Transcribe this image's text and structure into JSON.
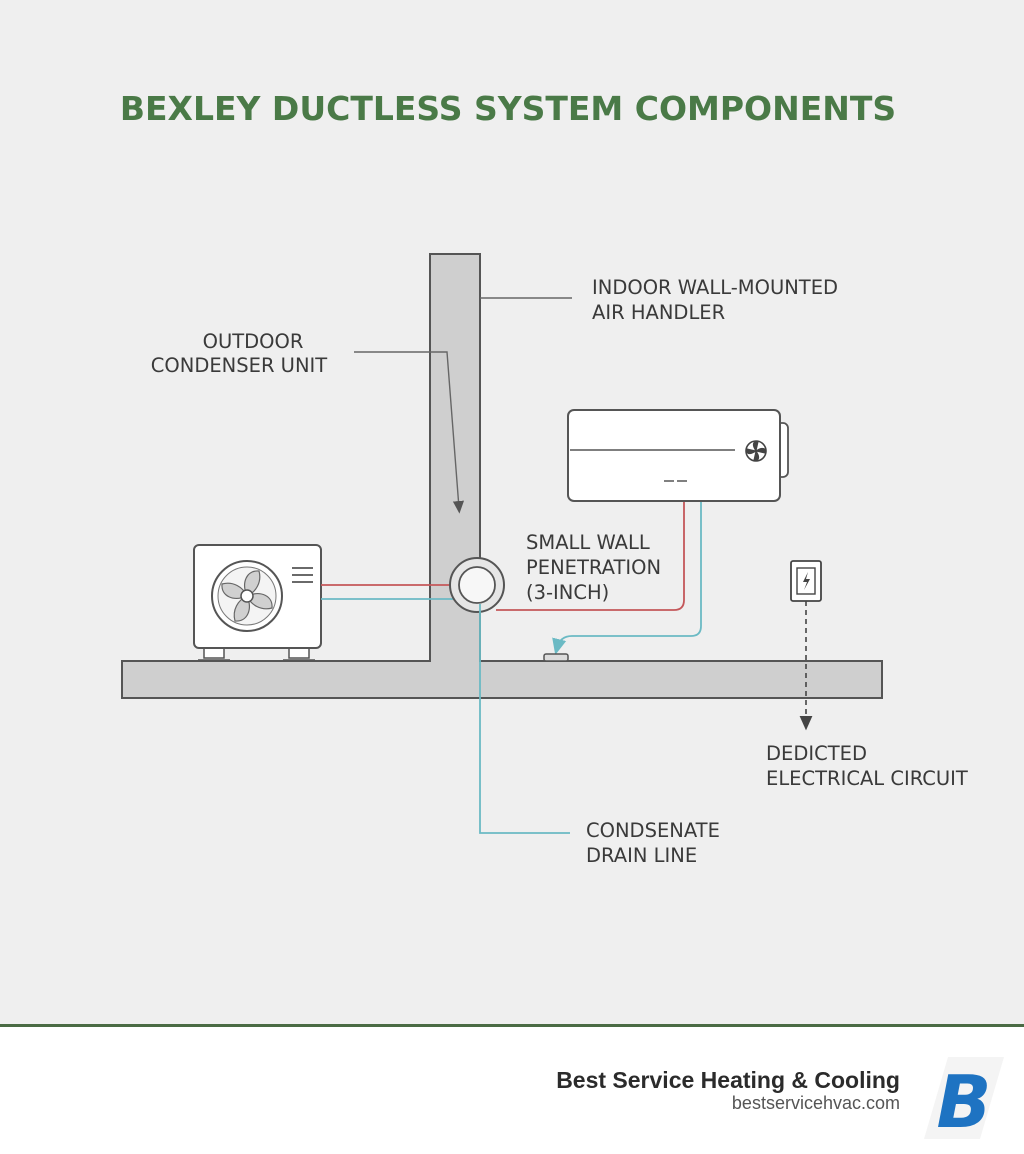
{
  "title": "BEXLEY DUCTLESS SYSTEM COMPONENTS",
  "labels": {
    "indoor": [
      "INDOOR WALL-MOUNTED",
      "AIR HANDLER"
    ],
    "outdoor": [
      "OUTDOOR",
      "CONDENSER UNIT"
    ],
    "penetration": [
      "SMALL WALL",
      "PENETRATION",
      "(3-INCH)"
    ],
    "electrical": [
      "DEDICTED",
      "ELECTRICAL CIRCUIT"
    ],
    "drain": [
      "CONDSENATE",
      "DRAIN LINE"
    ]
  },
  "footer": {
    "company": "Best Service Heating & Cooling",
    "website": "bestservicehvac.com",
    "logo_letter": "B"
  },
  "colors": {
    "refrigerant_line": "#c4575a",
    "drain_line": "#6bbac4",
    "title": "#4a7a47",
    "logo": "#1e73c2"
  }
}
